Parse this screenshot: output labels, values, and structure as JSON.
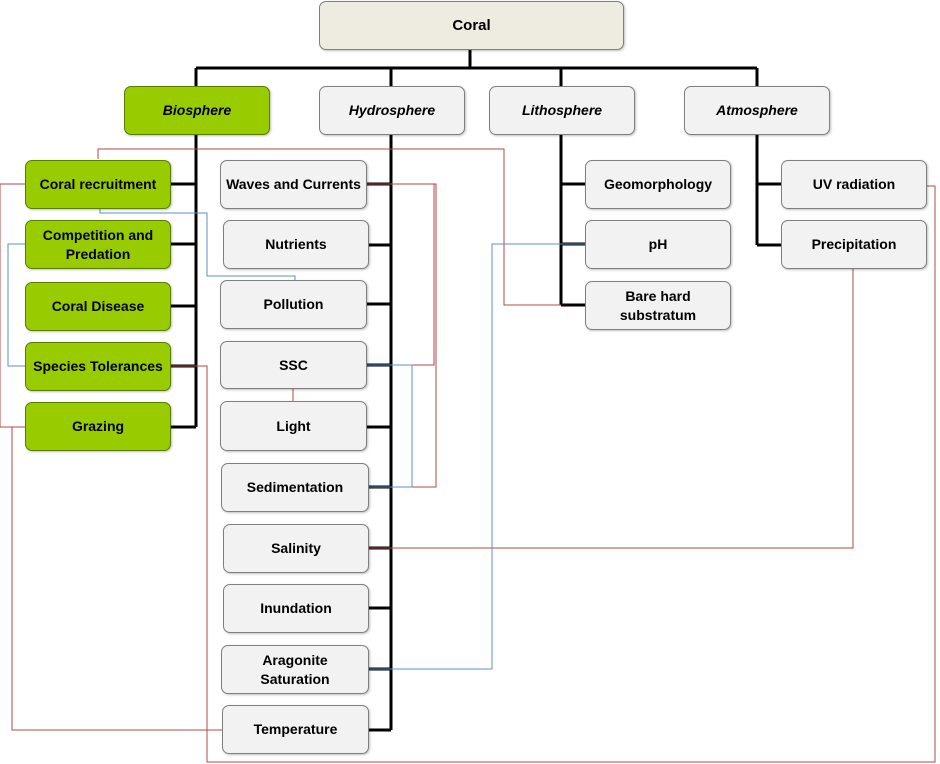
{
  "root": {
    "label": "Coral"
  },
  "spheres": [
    {
      "id": "biosphere",
      "label": "Biosphere",
      "color": "#99cc00"
    },
    {
      "id": "hydrosphere",
      "label": "Hydrosphere"
    },
    {
      "id": "lithosphere",
      "label": "Lithosphere"
    },
    {
      "id": "atmosphere",
      "label": "Atmosphere"
    }
  ],
  "biosphere": {
    "items": [
      {
        "label": "Coral recruitment"
      },
      {
        "label": "Competition and\nPredation"
      },
      {
        "label": "Coral Disease"
      },
      {
        "label": "Species Tolerances"
      },
      {
        "label": "Grazing"
      }
    ]
  },
  "hydrosphere": {
    "items": [
      {
        "label": "Waves and Currents"
      },
      {
        "label": "Nutrients"
      },
      {
        "label": "Pollution"
      },
      {
        "label": "SSC"
      },
      {
        "label": "Light"
      },
      {
        "label": "Sedimentation"
      },
      {
        "label": "Salinity"
      },
      {
        "label": "Inundation"
      },
      {
        "label": "Aragonite\nSaturation"
      },
      {
        "label": "Temperature"
      }
    ]
  },
  "lithosphere": {
    "items": [
      {
        "label": "Geomorphology"
      },
      {
        "label": "pH"
      },
      {
        "label": "Bare hard\nsubstratum"
      }
    ]
  },
  "atmosphere": {
    "items": [
      {
        "label": "UV radiation"
      },
      {
        "label": "Precipitation"
      }
    ]
  },
  "colors": {
    "tree_line": "#000000",
    "red_link": "#b04a4a",
    "blue_link": "#5b8fc9",
    "green_fill": "#99cc00"
  }
}
